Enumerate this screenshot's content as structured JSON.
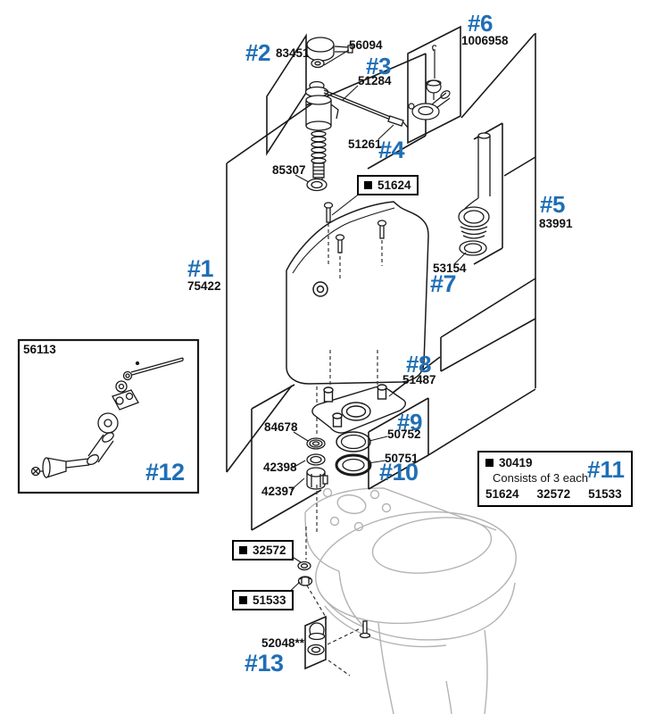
{
  "colors": {
    "accent_blue": "#1f6fb5",
    "ink": "#111111",
    "bowl_gray": "#b3b3b3"
  },
  "groups": {
    "g1": {
      "num": "#1",
      "part": "75422"
    },
    "g2": {
      "num": "#2",
      "part": "83451"
    },
    "g3": {
      "num": "#3",
      "part": "51284"
    },
    "g4": {
      "num": "#4",
      "part": "51261"
    },
    "g5": {
      "num": "#5",
      "part": "83991"
    },
    "g6": {
      "num": "#6",
      "part": "1006958"
    },
    "g7": {
      "num": "#7",
      "part": "53154"
    },
    "g8": {
      "num": "#8",
      "part": "51487"
    },
    "g9": {
      "num": "#9",
      "part": "50752"
    },
    "g10": {
      "num": "#10",
      "part": "50751"
    },
    "g11": {
      "num": "#11",
      "part": "30419",
      "note": "Consists of 3 each",
      "items": [
        "51624",
        "32572",
        "51533"
      ]
    },
    "g12": {
      "num": "#12",
      "part": "56113"
    },
    "g13": {
      "num": "#13",
      "part": "52048**"
    }
  },
  "parts": {
    "p56094": "56094",
    "p85307": "85307",
    "p51624": "51624",
    "p84678": "84678",
    "p42398": "42398",
    "p42397": "42397",
    "p32572": "32572",
    "p51533": "51533"
  }
}
